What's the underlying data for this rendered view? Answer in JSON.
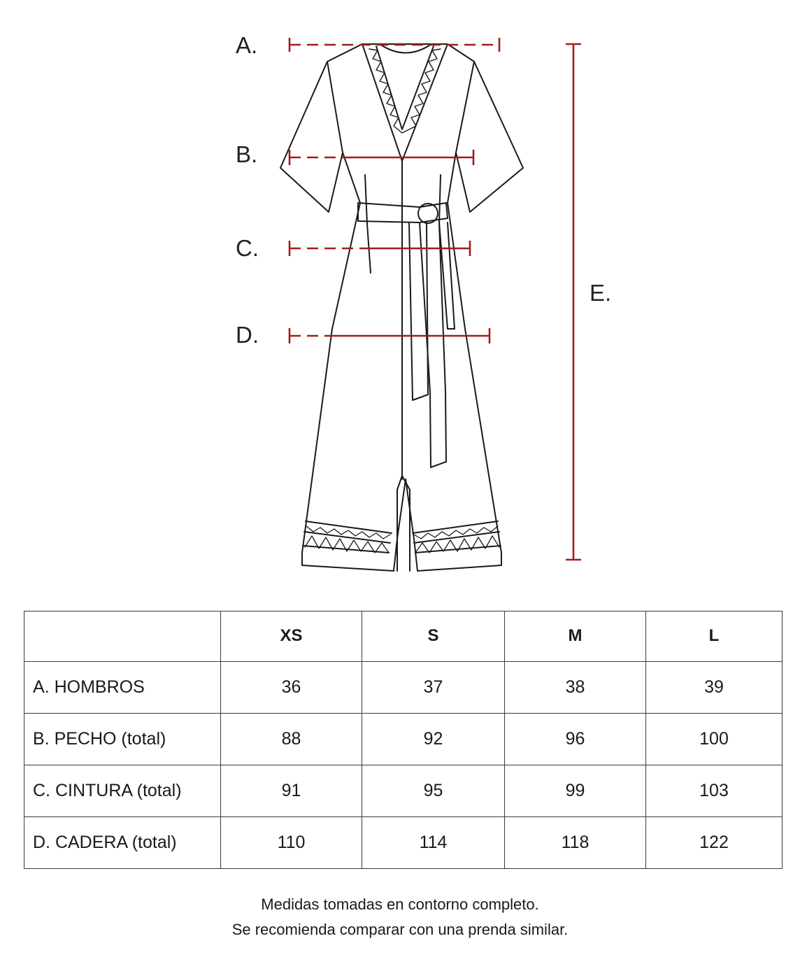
{
  "measure_labels": {
    "a": "A.",
    "b": "B.",
    "c": "C.",
    "d": "D.",
    "e": "E."
  },
  "colors": {
    "measure_line": "#a51c1c",
    "outline": "#1a1a1a"
  },
  "table": {
    "headers": [
      "",
      "XS",
      "S",
      "M",
      "L"
    ],
    "rows": [
      {
        "label": "A. HOMBROS",
        "values": [
          "36",
          "37",
          "38",
          "39"
        ]
      },
      {
        "label": "B. PECHO (total)",
        "values": [
          "88",
          "92",
          "96",
          "100"
        ]
      },
      {
        "label": "C. CINTURA (total)",
        "values": [
          "91",
          "95",
          "99",
          "103"
        ]
      },
      {
        "label": "D. CADERA (total)",
        "values": [
          "110",
          "114",
          "118",
          "122"
        ]
      }
    ]
  },
  "notes": {
    "line1": "Medidas tomadas en contorno completo.",
    "line2": "Se recomienda comparar con una prenda similar."
  }
}
